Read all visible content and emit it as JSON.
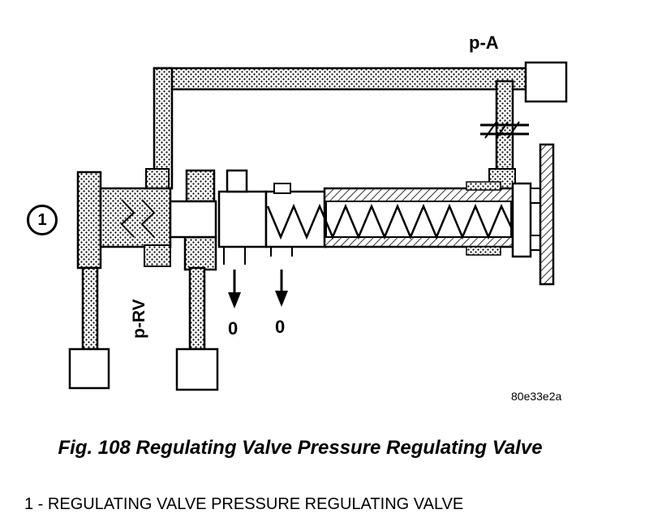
{
  "labels": {
    "pressure_a": "p-A",
    "pressure_rv": "p-RV",
    "outlet_1": "0",
    "outlet_2": "0",
    "callout_number": "1",
    "image_code": "80e33e2a"
  },
  "caption": "Fig. 108 Regulating Valve Pressure Regulating Valve",
  "legend": [
    {
      "number": "1",
      "separator": " - ",
      "text": "REGULATING VALVE PRESSURE REGULATING VALVE"
    }
  ]
}
